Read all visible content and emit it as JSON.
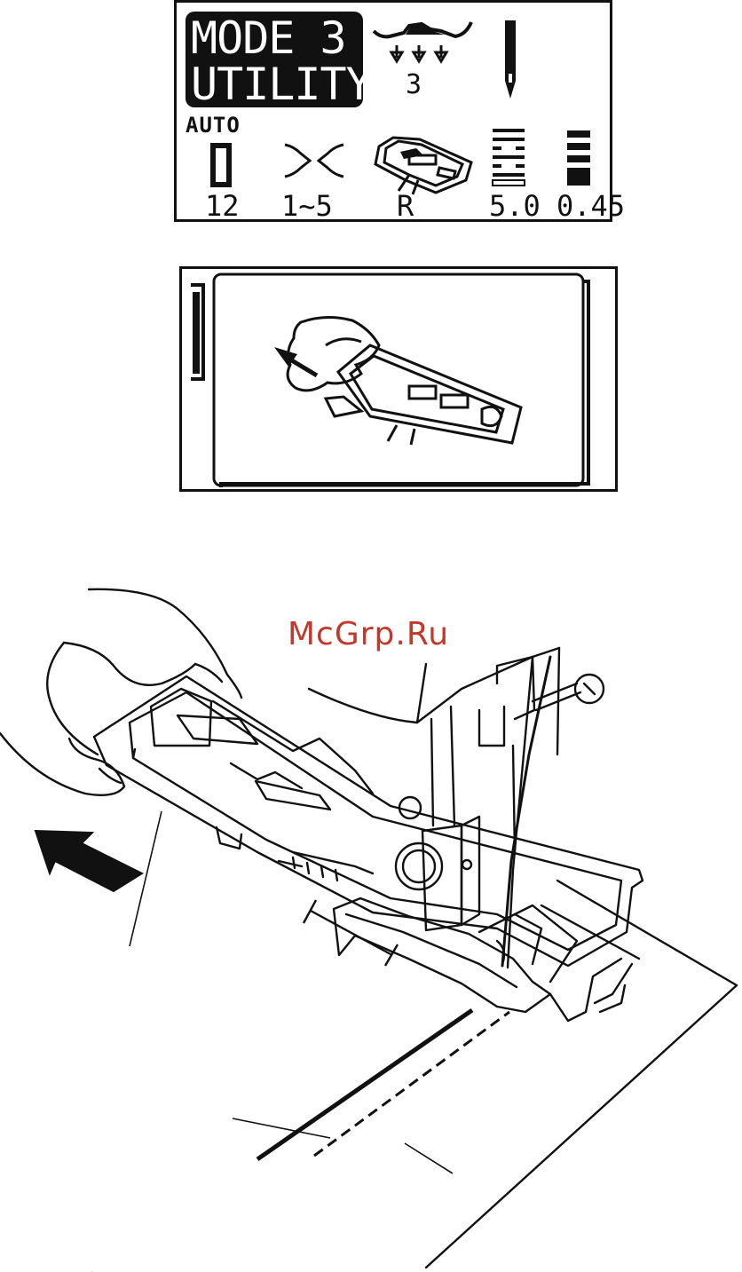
{
  "lcd_main": {
    "mode_line1": "MODE 3",
    "mode_line2": "UTILITY",
    "auto_label": "AUTO",
    "feed_dog_setting": "3",
    "values": {
      "pattern": "12",
      "tension": "1~5",
      "foot": "R",
      "stitch_width": "5.0",
      "stitch_length": "0.45"
    }
  },
  "watermark": "McGrp.Ru",
  "colors": {
    "ink": "#111111",
    "background": "#ffffff",
    "watermark": "#c0392b"
  }
}
